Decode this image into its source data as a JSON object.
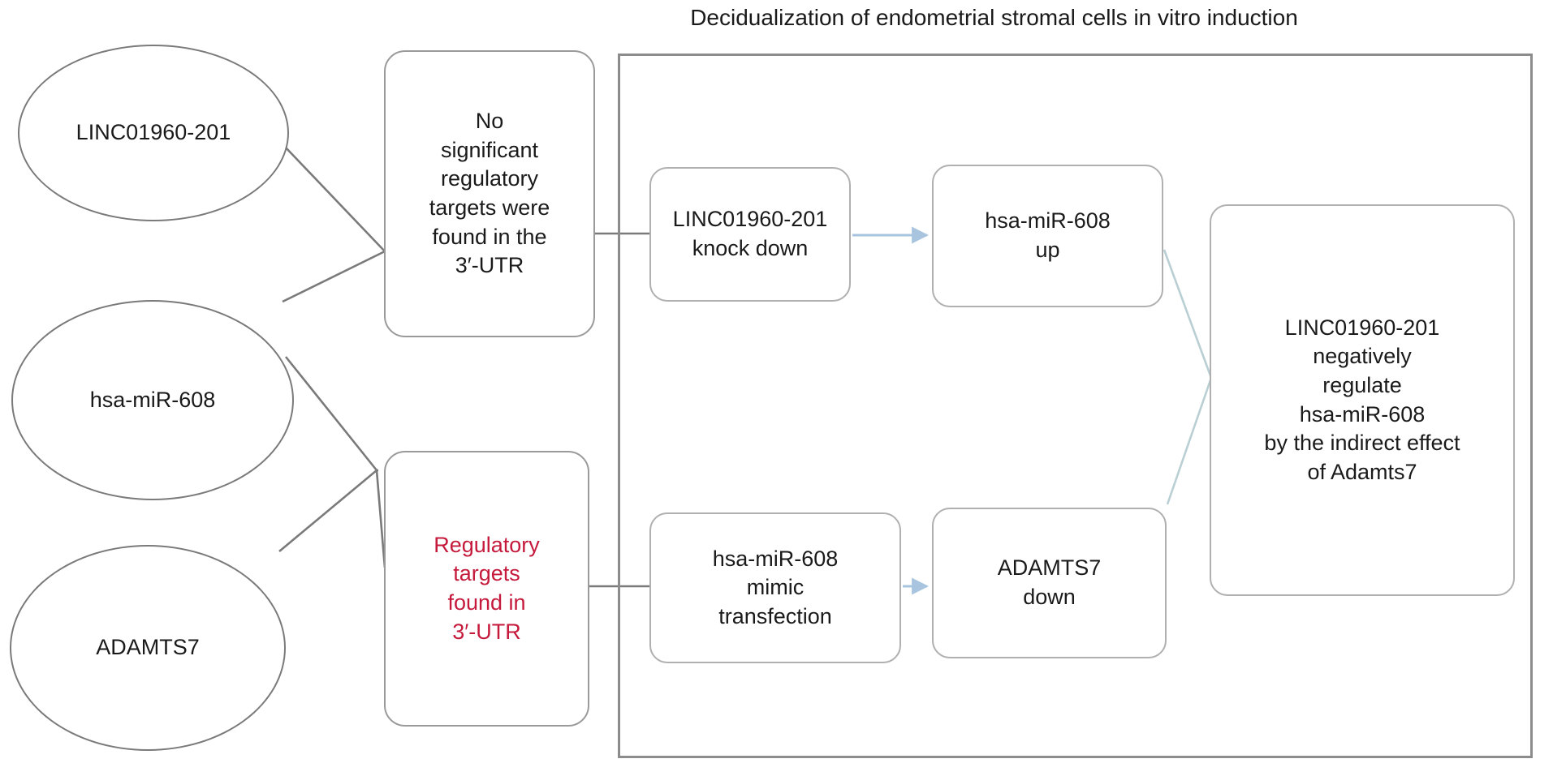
{
  "figure": {
    "type": "flowchart",
    "background": "#ffffff",
    "container_title": "Decidualization of endometrial stromal cells in vitro induction",
    "colors": {
      "ellipse_stroke": "#7a7a7a",
      "box_stroke": "#9a9a9a",
      "container_stroke": "#8c8c8c",
      "text": "#1a1a1a",
      "highlight_red": "#c51a3c",
      "arrow_blue": "#a8c4de",
      "connector_gray": "#7a7a7a",
      "connector_teal": "#b9cfd4"
    }
  },
  "entities": [
    {
      "id": "linc",
      "label": "LINC01960-201"
    },
    {
      "id": "mir",
      "label": "hsa-miR-608"
    },
    {
      "id": "adamts",
      "label": "ADAMTS7"
    }
  ],
  "findings": [
    {
      "id": "no-target",
      "label": "No\nsignificant\nregulatory\ntargets were\nfound in the\n3′-UTR",
      "red": false
    },
    {
      "id": "target-found",
      "label": "Regulatory\ntargets\nfound in\n3′-UTR",
      "red": true
    }
  ],
  "experiments": {
    "top_row": [
      {
        "id": "linc-kd",
        "label": "LINC01960-201\nknock down"
      },
      {
        "id": "mir-up",
        "label": "hsa-miR-608\nup"
      }
    ],
    "bottom_row": [
      {
        "id": "mir-mimic",
        "label": "hsa-miR-608\nmimic\ntransfection"
      },
      {
        "id": "adamts-down",
        "label": "ADAMTS7\ndown"
      }
    ]
  },
  "conclusion": {
    "id": "conclusion",
    "label": "LINC01960-201\nnegatively\nregulate\nhsa-miR-608\nby the indirect effect\nof Adamts7"
  }
}
